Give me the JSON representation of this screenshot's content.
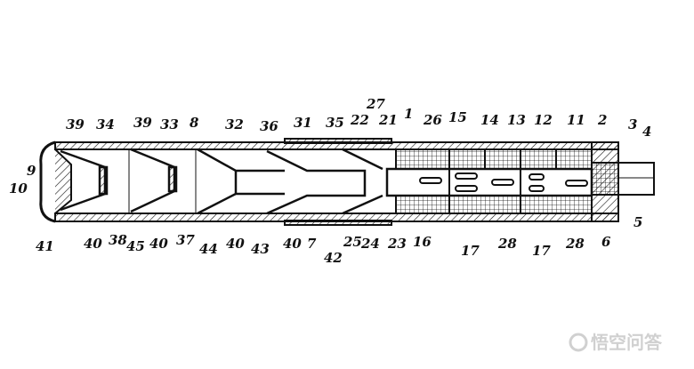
{
  "figure": {
    "type": "patent cross-section drawing",
    "reference_numerals": [
      "9",
      "39",
      "34",
      "39",
      "33",
      "8",
      "32",
      "36",
      "31",
      "35",
      "22",
      "27",
      "21",
      "1",
      "26",
      "15",
      "14",
      "13",
      "12",
      "11",
      "2",
      "3",
      "4",
      "10",
      "5",
      "41",
      "40",
      "38",
      "45",
      "40",
      "37",
      "44",
      "40",
      "43",
      "40",
      "7",
      "42",
      "25",
      "24",
      "23",
      "16",
      "17",
      "28",
      "17",
      "28",
      "6"
    ]
  },
  "watermark": {
    "text": "悟空问答"
  },
  "colors": {
    "ink": "#111111",
    "background": "#ffffff",
    "watermark": "#d0d0d0"
  }
}
